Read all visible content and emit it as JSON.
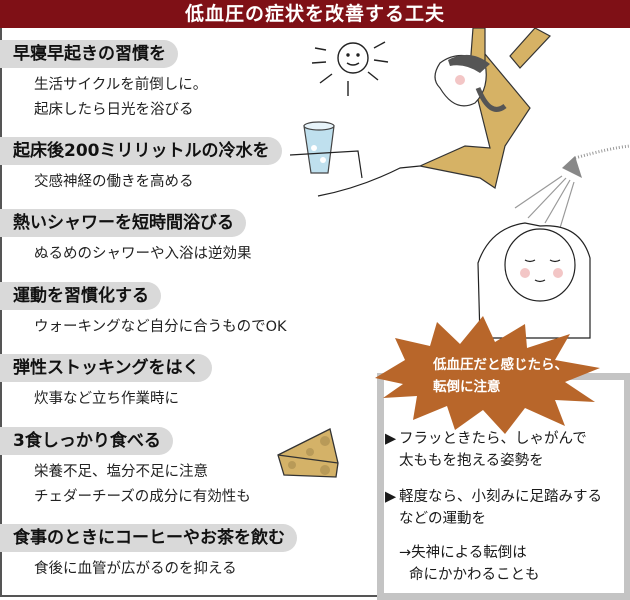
{
  "title": "低血圧の症状を改善する工夫",
  "colors": {
    "header_bg": "#7f1016",
    "pill_bg": "#d9d9d9",
    "burst": "#b8662a",
    "alert_border": "#c4c4c4",
    "cheese": "#d4b268",
    "pajama": "#d6b265"
  },
  "tips": [
    {
      "heading": "早寝早起きの習慣を",
      "lines": [
        "生活サイクルを前倒しに。",
        "起床したら日光を浴びる"
      ]
    },
    {
      "heading": "起床後200ミリリットルの冷水を",
      "lines": [
        "交感神経の働きを高める"
      ]
    },
    {
      "heading": "熱いシャワーを短時間浴びる",
      "lines": [
        "ぬるめのシャワーや入浴は逆効果"
      ]
    },
    {
      "heading": "運動を習慣化する",
      "lines": [
        "ウォーキングなど自分に合うものでOK"
      ]
    },
    {
      "heading": "弾性ストッキングをはく",
      "lines": [
        "炊事など立ち作業時に"
      ]
    },
    {
      "heading": "3食しっかり食べる",
      "lines": [
        "栄養不足、塩分不足に注意",
        "チェダーチーズの成分に有効性も"
      ]
    },
    {
      "heading": "食事のときにコーヒーやお茶を飲む",
      "lines": [
        "食後に血管が広がるのを抑える"
      ]
    }
  ],
  "alert": {
    "burst_lines": [
      "低血圧だと感じたら、",
      "転倒に注意"
    ],
    "bullet_icon": "▶",
    "items": [
      {
        "line1": "フラッときたら、しゃがんで",
        "line2": "太ももを抱える姿勢を"
      },
      {
        "line1": "軽度なら、小刻みに足踏みする",
        "line2": "などの運動を"
      }
    ],
    "note": {
      "line1": "→失神による転倒は",
      "line2": "命にかかわることも"
    }
  },
  "illustrations": [
    "sun-icon",
    "water-glass-icon",
    "stretching-woman-illustration",
    "shower-head-icon",
    "man-washing-hair-illustration",
    "cheese-icon"
  ]
}
